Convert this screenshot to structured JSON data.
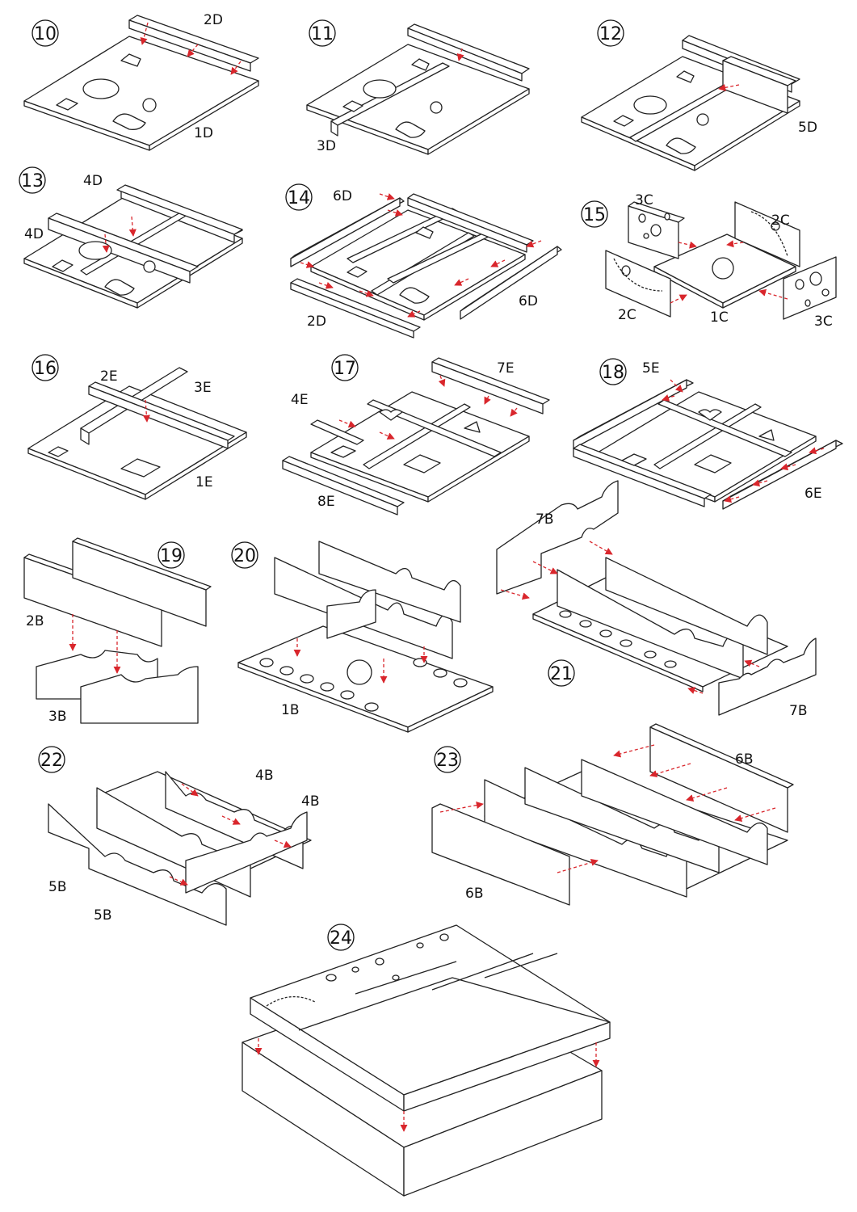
{
  "steps": [
    {
      "number": "10",
      "labels": [
        "2D",
        "1D"
      ]
    },
    {
      "number": "11",
      "labels": [
        "3D"
      ]
    },
    {
      "number": "12",
      "labels": [
        "5D"
      ]
    },
    {
      "number": "13",
      "labels": [
        "4D",
        "4D"
      ]
    },
    {
      "number": "14",
      "labels": [
        "6D",
        "2D",
        "6D"
      ]
    },
    {
      "number": "15",
      "labels": [
        "3C",
        "2C",
        "2C",
        "1C",
        "3C"
      ]
    },
    {
      "number": "16",
      "labels": [
        "2E",
        "3E",
        "1E"
      ]
    },
    {
      "number": "17",
      "labels": [
        "7E",
        "4E",
        "8E"
      ]
    },
    {
      "number": "18",
      "labels": [
        "5E",
        "6E"
      ]
    },
    {
      "number": "19",
      "labels": [
        "2B",
        "3B"
      ]
    },
    {
      "number": "20",
      "labels": [
        "1B"
      ]
    },
    {
      "number": "21",
      "labels": [
        "7B",
        "7B"
      ]
    },
    {
      "number": "22",
      "labels": [
        "4B",
        "4B",
        "5B",
        "5B"
      ]
    },
    {
      "number": "23",
      "labels": [
        "6B",
        "6B"
      ]
    },
    {
      "number": "24",
      "labels": []
    }
  ],
  "colors": {
    "line": "#222222",
    "arrow": "#d9262c",
    "fill": "#ffffff"
  }
}
